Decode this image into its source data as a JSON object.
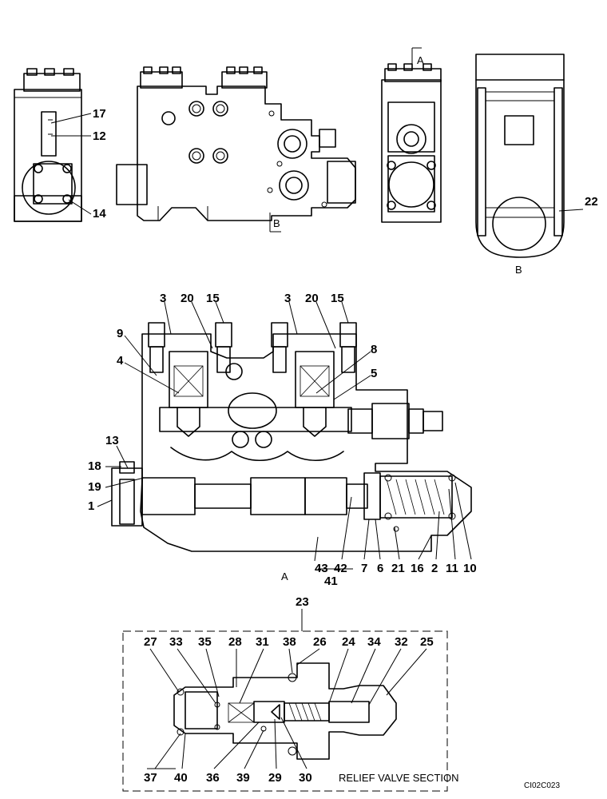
{
  "labels": {
    "n1": "1",
    "n2": "2",
    "n3": "3",
    "n4": "4",
    "n5": "5",
    "n6": "6",
    "n7": "7",
    "n8": "8",
    "n9": "9",
    "n10": "10",
    "n11": "11",
    "n12": "12",
    "n13": "13",
    "n14": "14",
    "n15": "15",
    "n16": "16",
    "n17": "17",
    "n18": "18",
    "n19": "19",
    "n20": "20",
    "n21": "21",
    "n22": "22",
    "n23": "23",
    "n24": "24",
    "n25": "25",
    "n26": "26",
    "n27": "27",
    "n28": "28",
    "n29": "29",
    "n30": "30",
    "n31": "31",
    "n32": "32",
    "n33": "33",
    "n34": "34",
    "n35": "35",
    "n36": "36",
    "n37": "37",
    "n38": "38",
    "n39": "39",
    "n40": "40",
    "n41": "41",
    "n42": "42",
    "n43": "43"
  },
  "section_marks": {
    "a": "A",
    "b": "B"
  },
  "relief_valve_caption": "RELIEF VALVE SECTION",
  "drawing_code": "CI02C023"
}
